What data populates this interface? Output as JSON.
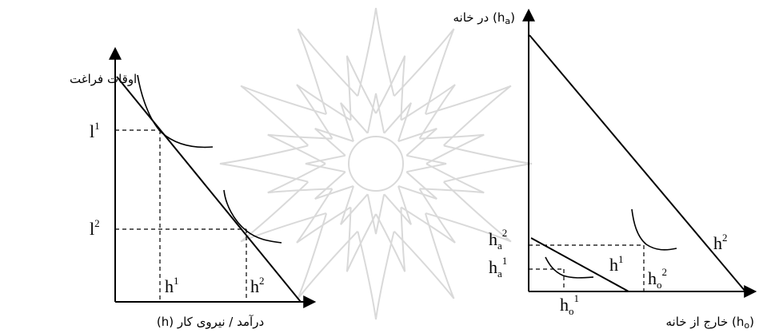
{
  "left_diagram": {
    "y_axis_title": "اوقات فراغت",
    "x_axis_title": "درآمد / نیروی کار (h)",
    "point_labels": {
      "l1": {
        "base": "l",
        "sup": "1"
      },
      "l2": {
        "base": "l",
        "sup": "2"
      },
      "h1": {
        "base": "h",
        "sup": "1"
      },
      "h2": {
        "base": "h",
        "sup": "2"
      }
    }
  },
  "right_diagram": {
    "y_axis_title": "در خانه (h",
    "y_axis_title_sub": "a",
    "y_axis_title_close": ")",
    "x_axis_title": "خارج از خانه (h",
    "x_axis_title_sub": "o",
    "x_axis_title_close": ")",
    "point_labels": {
      "ha2": {
        "base": "h",
        "sub": "a",
        "sup": "2"
      },
      "ha1": {
        "base": "h",
        "sub": "a",
        "sup": "1"
      },
      "ho1": {
        "base": "h",
        "sub": "o",
        "sup": "1"
      },
      "ho2": {
        "base": "h",
        "sub": "o",
        "sup": "2"
      },
      "line1": {
        "base": "h",
        "sup": "1"
      },
      "line2": {
        "base": "h",
        "sup": "2"
      }
    }
  },
  "colors": {
    "line": "#000000",
    "watermark": "#d9d9d9"
  }
}
